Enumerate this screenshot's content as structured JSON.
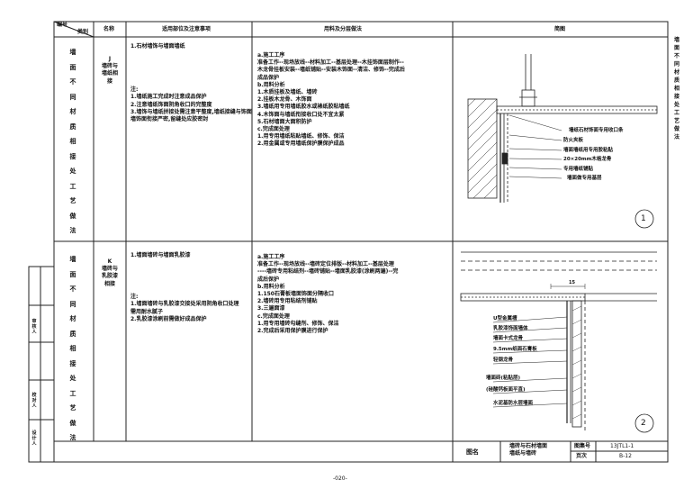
{
  "header": {
    "corner_top": "编号",
    "corner_bottom": "类别",
    "name": "名称",
    "scope": "适用部位及注意事项",
    "layers": "用料及分层做法",
    "sketch": "简图"
  },
  "right_margin": "墙面不同材质相接处工艺做法",
  "left_strip": [
    "审核人",
    "校对人",
    "设计人"
  ],
  "rows": [
    {
      "category": "墙面不同材质相接处工艺做法",
      "code": "J",
      "name_lines": [
        "墙砖与",
        "墙纸相",
        "接"
      ],
      "scope_title": "1.石材墙饰与墙面墙纸",
      "note_title": "注:",
      "notes": [
        "1.墙纸施工完成时注意成品保护",
        "2.注意墙纸饰面阴角收口的完整度",
        "3.墙饰与墙纸拼接处需注意平整度,墙纸接缝与饰面",
        "墙饰面衔接严密,留缝处应胶密封"
      ],
      "layer_title": "a.施工工序",
      "layer_lines": [
        "准备工作--现场放线--材料加工--基层处理--木挂饰面层制作--",
        "木龙骨挂板安装--墙纸铺贴--安装木饰面--清洁、修饰--完成后",
        "成品保护"
      ],
      "b_title": "b.用料分析",
      "b_lines": [
        "1.木质挂板及墙纸、墙砖",
        "2.挂板木龙骨、木饰面",
        "3.墙纸用专用墙纸胶水或裱纸胶粘墙纸",
        "4.木饰面与墙纸衔接收口处不宜太紧",
        "5.石材墙面大面积防护"
      ],
      "c_title": "c.完成面处理",
      "c_lines": [
        "1.用专用墙纸粘贴墙纸、修饰、保洁",
        "2.用金属或专用墙纸保护膜保护成品"
      ],
      "callouts": [
        "墙纸石材饰面专用收口条",
        "防火夹板",
        "墙面墙纸用专用胶粘贴",
        "20×20mm木格龙骨",
        "专用墙纸铺贴",
        "墙面做专用基层"
      ],
      "detail_no": "1"
    },
    {
      "category": "墙面不同材质相接处工艺做法",
      "code": "K",
      "name_lines": [
        "墙砖与",
        "乳胶漆",
        "相接"
      ],
      "scope_title": "1.墙面墙砖与墙面乳胶漆",
      "note_title": "注:",
      "notes": [
        "1.墙面墙砖与乳胶漆交接处采用阴角收口处理",
        "需用耐水腻子",
        "2.乳胶漆涂刷前需做好成品保护"
      ],
      "layer_title": "a.施工工序",
      "layer_lines": [
        "准备工作--现场放线--墙砖定位排版--材料加工--基层处理",
        "----墙砖专用粘结剂--墙砖铺贴--墙面乳胶漆(涂刷两遍)--完",
        "成后保护"
      ],
      "b_title": "b.用料分析",
      "b_lines": [
        "1.150石膏板墙面饰面分隔收口",
        "2.墙砖用专用粘结剂铺贴",
        "3.三遍面漆"
      ],
      "c_title": "c.完成面处理",
      "c_lines": [
        "1.用专用墙砖勾缝剂、修饰、保洁",
        "2.完成后采用保护膜进行保护"
      ],
      "callouts": [
        "U型金属槽",
        "乳胶漆饰面墙体",
        "墙面卡式龙骨",
        "9.5mm纸面石膏板",
        "轻钢龙骨",
        "墙面砖(粘贴层)",
        "(硅酸钙板面平直)",
        "水泥基防水层墙面"
      ],
      "dimension": "15",
      "detail_no": "2"
    }
  ],
  "title_block": {
    "label": "图名",
    "title_lines": [
      "墙砖与石材墙面",
      "墙纸与墙砖"
    ],
    "atlas_label": "图集号",
    "atlas_value": "13JTL1-1",
    "page_label": "页次",
    "page_value": "B-12"
  },
  "page_number": "-020-"
}
